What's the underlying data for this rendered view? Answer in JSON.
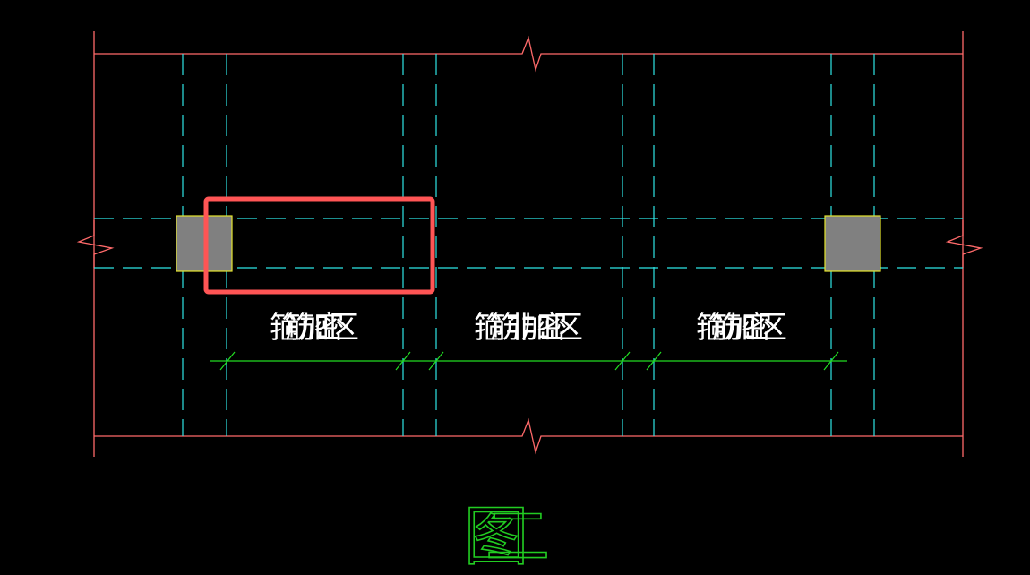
{
  "colors": {
    "background": "#000000",
    "outline": "#ff6a6a",
    "dash_line": "#2ee6e6",
    "column_fill": "#808080",
    "column_border": "#e6e62e",
    "dimension": "#22dd22",
    "highlight": "#ff5555",
    "text": "#ffffff"
  },
  "zones": [
    {
      "label": "箍筋加密区"
    },
    {
      "label": "箍筋非加密区"
    },
    {
      "label": "箍筋加密区"
    }
  ],
  "figure_title": "图二"
}
